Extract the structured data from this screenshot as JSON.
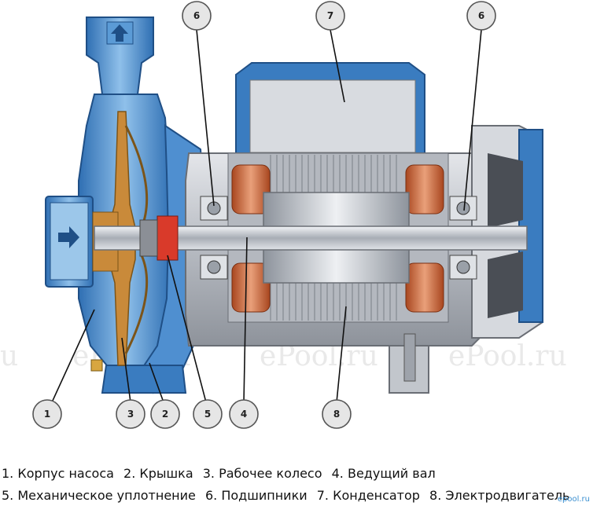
{
  "watermark": "ePool.ru",
  "watermark_short": "u",
  "callouts": [
    "1",
    "2",
    "3",
    "4",
    "5",
    "6",
    "6",
    "7",
    "8"
  ],
  "legend_line1": [
    "1. Корпус насоса",
    "2. Крышка",
    "3. Рабочее колесо",
    "4. Ведущий вал"
  ],
  "legend_line2": [
    "5. Механическое уплотнение",
    "6. Подшипники",
    "7. Конденсатор",
    "8. Электродвигатель"
  ],
  "small_mark": "epool.ru",
  "colors": {
    "pump_blue": "#3a7cc0",
    "pump_light": "#9cc7ea",
    "motor_grey": "#b9bcc2",
    "winding_copper": "#c8643c",
    "impeller_brass": "#c98a3a",
    "rotor_steel": "#c9ced6"
  }
}
